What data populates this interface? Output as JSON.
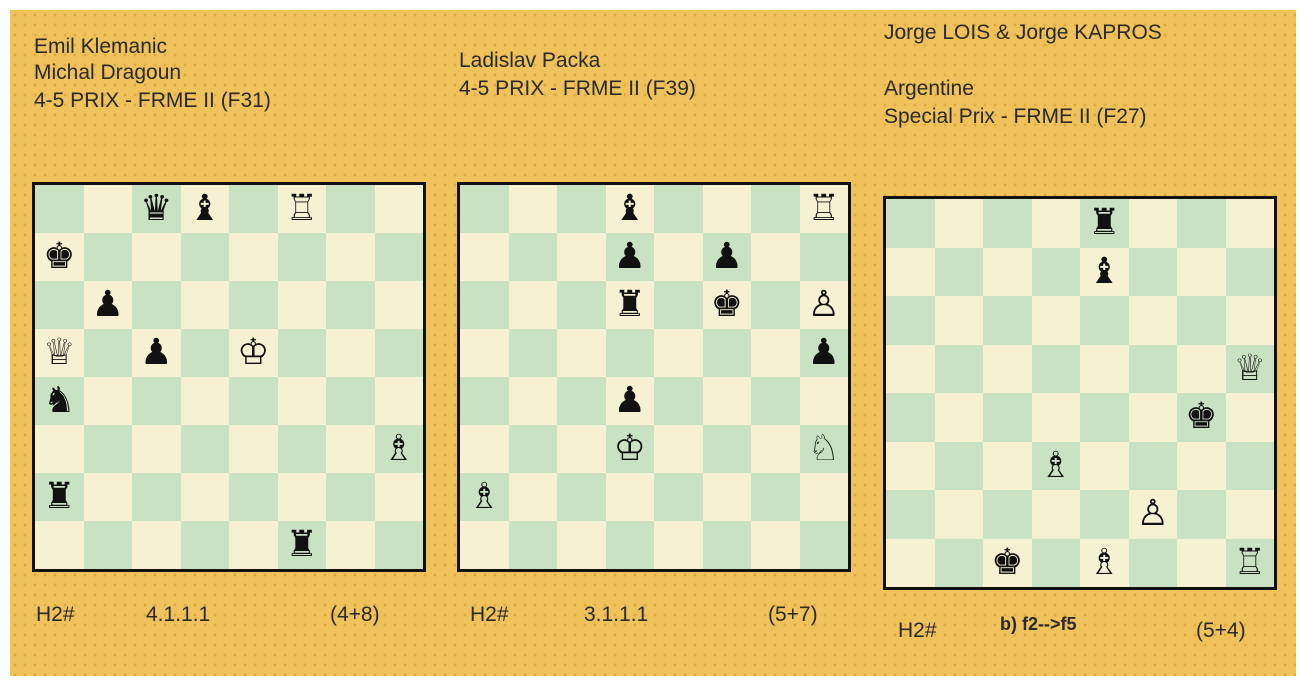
{
  "problems": [
    {
      "authors": [
        "Emil Klemanic",
        "Michal Dragoun"
      ],
      "award": "4-5 PRIX - FRME II  (F31)",
      "stipulation": "H2#",
      "solutions": "4.1.1.1",
      "count": "(4+8)",
      "pieces": [
        {
          "sq": "c8",
          "g": "♛",
          "n": "black-queen"
        },
        {
          "sq": "d8",
          "g": "♝",
          "n": "black-bishop"
        },
        {
          "sq": "f8",
          "g": "♖",
          "n": "white-rook"
        },
        {
          "sq": "a7",
          "g": "♚",
          "n": "black-king"
        },
        {
          "sq": "b6",
          "g": "♟",
          "n": "black-pawn"
        },
        {
          "sq": "a5",
          "g": "♕",
          "n": "white-queen"
        },
        {
          "sq": "c5",
          "g": "♟",
          "n": "black-pawn"
        },
        {
          "sq": "e5",
          "g": "♔",
          "n": "white-king"
        },
        {
          "sq": "a4",
          "g": "♞",
          "n": "black-knight"
        },
        {
          "sq": "h3",
          "g": "♗",
          "n": "white-bishop"
        },
        {
          "sq": "a2",
          "g": "♜",
          "n": "black-rook"
        },
        {
          "sq": "f1",
          "g": "♜",
          "n": "black-rook"
        }
      ]
    },
    {
      "authors": [
        "Ladislav Packa"
      ],
      "award": "4-5 PRIX - FRME II  (F39)",
      "stipulation": "H2#",
      "solutions": "3.1.1.1",
      "count": "(5+7)",
      "pieces": [
        {
          "sq": "d8",
          "g": "♝",
          "n": "black-bishop"
        },
        {
          "sq": "h8",
          "g": "♖",
          "n": "white-rook"
        },
        {
          "sq": "d7",
          "g": "♟",
          "n": "black-pawn"
        },
        {
          "sq": "f7",
          "g": "♟",
          "n": "black-pawn"
        },
        {
          "sq": "d6",
          "g": "♜",
          "n": "black-rook"
        },
        {
          "sq": "f6",
          "g": "♚",
          "n": "black-king"
        },
        {
          "sq": "h6",
          "g": "♙",
          "n": "white-pawn"
        },
        {
          "sq": "h5",
          "g": "♟",
          "n": "black-pawn"
        },
        {
          "sq": "d4",
          "g": "♟",
          "n": "black-pawn"
        },
        {
          "sq": "d3",
          "g": "♔",
          "n": "white-king"
        },
        {
          "sq": "h3",
          "g": "♘",
          "n": "white-knight"
        },
        {
          "sq": "a2",
          "g": "♗",
          "n": "white-bishop"
        }
      ]
    },
    {
      "authors": [
        "Jorge LOIS & Jorge KAPROS",
        "",
        "Argentine"
      ],
      "award": "Special Prix - FRME II (F27)",
      "stipulation": "H2#",
      "twin": "b) f2-->f5",
      "count": "(5+4)",
      "pieces": [
        {
          "sq": "e8",
          "g": "♜",
          "n": "black-rook"
        },
        {
          "sq": "e7",
          "g": "♝",
          "n": "black-bishop"
        },
        {
          "sq": "h5",
          "g": "♕",
          "n": "white-queen"
        },
        {
          "sq": "g4",
          "g": "♚",
          "n": "black-king"
        },
        {
          "sq": "d3",
          "g": "♗",
          "n": "white-bishop"
        },
        {
          "sq": "f2",
          "g": "♙",
          "n": "white-pawn"
        },
        {
          "sq": "c1",
          "g": "♚",
          "n": "black-king"
        },
        {
          "sq": "e1",
          "g": "♗",
          "n": "white-bishop"
        },
        {
          "sq": "h1",
          "g": "♖",
          "n": "white-rook"
        }
      ]
    }
  ]
}
